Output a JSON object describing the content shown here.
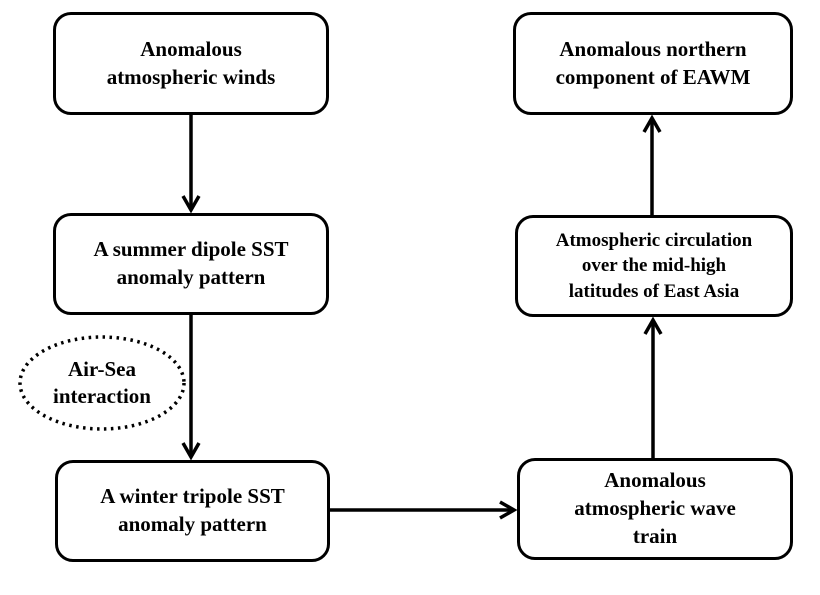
{
  "colors": {
    "background": "#ffffff",
    "stroke": "#000000",
    "text": "#000000"
  },
  "nodes": {
    "winds": {
      "label": "Anomalous\natmospheric winds",
      "shape": "rounded-rect"
    },
    "summer_dipole": {
      "label": "A summer dipole SST\nanomaly pattern",
      "shape": "rounded-rect"
    },
    "winter_tripole": {
      "label": "A winter tripole SST\nanomaly pattern",
      "shape": "rounded-rect"
    },
    "eawm": {
      "label": "Anomalous northern\ncomponent of EAWM",
      "shape": "rounded-rect"
    },
    "circulation": {
      "label": "Atmospheric circulation\nover the mid-high\nlatitudes of East Asia",
      "shape": "rounded-rect"
    },
    "wave_train": {
      "label": "Anomalous\natmospheric wave\ntrain",
      "shape": "rounded-rect"
    },
    "air_sea": {
      "label": "Air-Sea\ninteraction",
      "shape": "dotted-ellipse"
    }
  },
  "edges": [
    {
      "from": "winds",
      "to": "summer_dipole",
      "style": "solid-arrow",
      "direction": "down"
    },
    {
      "from": "summer_dipole",
      "to": "winter_tripole",
      "style": "solid-arrow",
      "direction": "down",
      "annotation": "air_sea"
    },
    {
      "from": "winter_tripole",
      "to": "wave_train",
      "style": "solid-arrow",
      "direction": "right"
    },
    {
      "from": "wave_train",
      "to": "circulation",
      "style": "solid-arrow",
      "direction": "up"
    },
    {
      "from": "circulation",
      "to": "eawm",
      "style": "solid-arrow",
      "direction": "up"
    }
  ]
}
